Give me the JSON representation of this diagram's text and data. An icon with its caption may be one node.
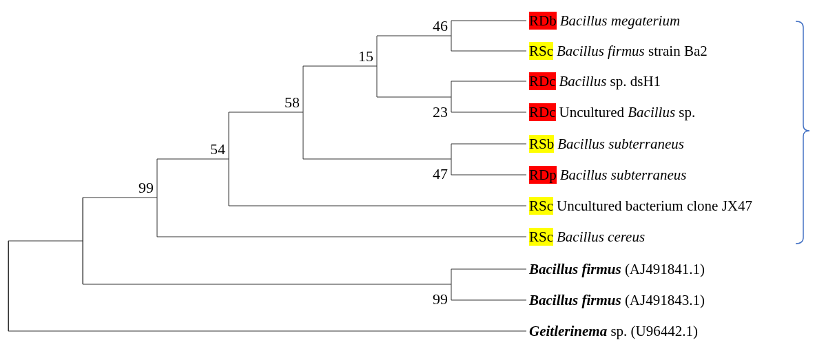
{
  "diagram": {
    "nodes": [
      {
        "text": [],
        "shape": "bar"
      },
      {
        "text": [],
        "shape": "bar"
      },
      {
        "text": [
          "99"
        ]
      },
      {
        "text": [
          "54"
        ]
      },
      {
        "text": [
          "58"
        ]
      },
      {
        "text": [
          "15"
        ]
      },
      {
        "text": [
          "46"
        ]
      },
      {
        "text": [
          "23"
        ]
      },
      {
        "text": [
          "47"
        ]
      },
      {
        "text": [
          "99"
        ]
      },
      {
        "text": [
          "RDb",
          "*Bacillus megaterium*"
        ]
      },
      {
        "text": [
          "RSc",
          "*Bacillus firmus* strain Ba2"
        ]
      },
      {
        "text": [
          "RDc",
          "*Bacillus* sp. dsH1"
        ]
      },
      {
        "text": [
          "RDc",
          "Uncultured *Bacillus* sp."
        ]
      },
      {
        "text": [
          "RSb",
          "*Bacillus subterraneus*"
        ]
      },
      {
        "text": [
          "RDp",
          "*Bacillus subterraneus*"
        ]
      },
      {
        "text": [
          "RSc",
          "Uncultured bacterium clone JX47"
        ]
      },
      {
        "text": [
          "RSc",
          "*Bacillus cereus*"
        ]
      },
      {
        "text": [
          "**Bacillus firmus** (AJ491841.1)"
        ]
      },
      {
        "text": [
          "**Bacillus firmus** (AJ491843.1)"
        ]
      },
      {
        "text": [
          "**Geitlerinema** sp. (U96442.1)"
        ]
      }
    ],
    "edges": [
      {
        "from": 0,
        "to": 1,
        "arrow": "none"
      },
      {
        "from": 0,
        "to": 20,
        "arrow": "none"
      },
      {
        "from": 1,
        "to": 2,
        "arrow": "none"
      },
      {
        "from": 1,
        "to": 9,
        "arrow": "none"
      },
      {
        "from": 2,
        "to": 3,
        "arrow": "none"
      },
      {
        "from": 2,
        "to": 17,
        "arrow": "none"
      },
      {
        "from": 3,
        "to": 4,
        "arrow": "none"
      },
      {
        "from": 3,
        "to": 16,
        "arrow": "none"
      },
      {
        "from": 4,
        "to": 5,
        "arrow": "none"
      },
      {
        "from": 4,
        "to": 8,
        "arrow": "none"
      },
      {
        "from": 5,
        "to": 6,
        "arrow": "none"
      },
      {
        "from": 5,
        "to": 7,
        "arrow": "none"
      },
      {
        "from": 6,
        "to": 10,
        "arrow": "none"
      },
      {
        "from": 6,
        "to": 11,
        "arrow": "none"
      },
      {
        "from": 7,
        "to": 12,
        "arrow": "none"
      },
      {
        "from": 7,
        "to": 13,
        "arrow": "none"
      },
      {
        "from": 8,
        "to": 14,
        "arrow": "none"
      },
      {
        "from": 8,
        "to": 15,
        "arrow": "none"
      },
      {
        "from": 9,
        "to": 18,
        "arrow": "none"
      },
      {
        "from": 9,
        "to": 19,
        "arrow": "none"
      }
    ]
  }
}
